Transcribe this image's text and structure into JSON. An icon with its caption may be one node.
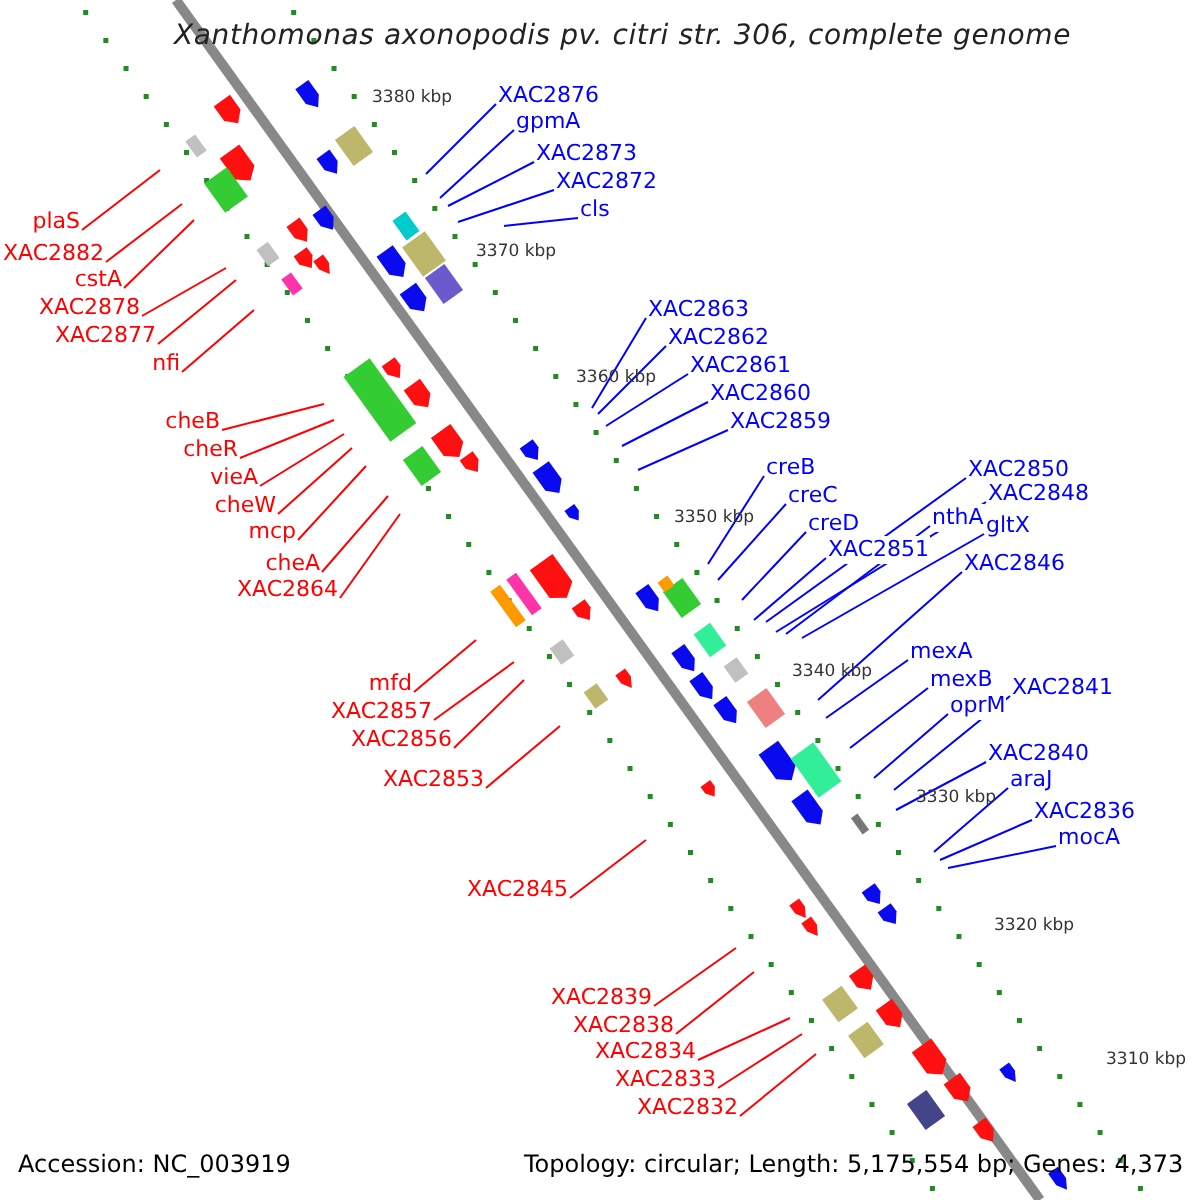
{
  "diagram": {
    "title": "Xanthomonas axonopodis pv. citri str. 306, complete genome",
    "nodes": [
      {
        "text": [
          "XAC2876"
        ]
      },
      {
        "text": [
          "gpmA"
        ]
      },
      {
        "text": [
          "XAC2873"
        ]
      },
      {
        "text": [
          "XAC2872"
        ]
      },
      {
        "text": [
          "cls"
        ]
      },
      {
        "text": [
          "plaS"
        ]
      },
      {
        "text": [
          "XAC2882"
        ]
      },
      {
        "text": [
          "cstA"
        ]
      },
      {
        "text": [
          "XAC2878"
        ]
      },
      {
        "text": [
          "XAC2877"
        ]
      },
      {
        "text": [
          "nfi"
        ]
      },
      {
        "text": [
          "XAC2863"
        ]
      },
      {
        "text": [
          "XAC2862"
        ]
      },
      {
        "text": [
          "XAC2861"
        ]
      },
      {
        "text": [
          "XAC2860"
        ]
      },
      {
        "text": [
          "XAC2859"
        ]
      },
      {
        "text": [
          "cheB"
        ]
      },
      {
        "text": [
          "cheR"
        ]
      },
      {
        "text": [
          "vieA"
        ]
      },
      {
        "text": [
          "cheW"
        ]
      },
      {
        "text": [
          "mcp"
        ]
      },
      {
        "text": [
          "cheA"
        ]
      },
      {
        "text": [
          "XAC2864"
        ]
      },
      {
        "text": [
          "creB"
        ]
      },
      {
        "text": [
          "XAC2850"
        ]
      },
      {
        "text": [
          "XAC2848"
        ]
      },
      {
        "text": [
          "creC"
        ]
      },
      {
        "text": [
          "nthA"
        ]
      },
      {
        "text": [
          "gltX"
        ]
      },
      {
        "text": [
          "creD"
        ]
      },
      {
        "text": [
          "XAC2851"
        ]
      },
      {
        "text": [
          "XAC2846"
        ]
      },
      {
        "text": [
          "mexA"
        ]
      },
      {
        "text": [
          "mfd"
        ]
      },
      {
        "text": [
          "mexB"
        ]
      },
      {
        "text": [
          "XAC2841"
        ]
      },
      {
        "text": [
          "oprM"
        ]
      },
      {
        "text": [
          "XAC2857"
        ]
      },
      {
        "text": [
          "XAC2856"
        ]
      },
      {
        "text": [
          "XAC2840"
        ]
      },
      {
        "text": [
          "XAC2853"
        ]
      },
      {
        "text": [
          "araJ"
        ]
      },
      {
        "text": [
          "XAC2836"
        ]
      },
      {
        "text": [
          "mocA"
        ]
      },
      {
        "text": [
          "XAC2845"
        ]
      },
      {
        "text": [
          "XAC2839"
        ]
      },
      {
        "text": [
          "XAC2838"
        ]
      },
      {
        "text": [
          "XAC2834"
        ]
      },
      {
        "text": [
          "XAC2833"
        ]
      },
      {
        "text": [
          "XAC2832"
        ]
      }
    ],
    "edges": [
      {
        "from": 0,
        "to": null,
        "arrow": "none"
      },
      {
        "from": 1,
        "to": null,
        "arrow": "none"
      },
      {
        "from": 2,
        "to": null,
        "arrow": "none"
      },
      {
        "from": 3,
        "to": null,
        "arrow": "none"
      },
      {
        "from": 4,
        "to": null,
        "arrow": "none"
      },
      {
        "from": 5,
        "to": null,
        "arrow": "none",
        "color": "#ff0000"
      },
      {
        "from": 6,
        "to": null,
        "arrow": "none",
        "color": "#ff0000"
      },
      {
        "from": 7,
        "to": null,
        "arrow": "none",
        "color": "#ff0000"
      },
      {
        "from": 8,
        "to": null,
        "arrow": "none",
        "color": "#ff0000"
      },
      {
        "from": 9,
        "to": null,
        "arrow": "none",
        "color": "#ff0000"
      },
      {
        "from": 10,
        "to": null,
        "arrow": "none",
        "color": "#ff0000"
      },
      {
        "from": 11,
        "to": null,
        "arrow": "none"
      },
      {
        "from": 12,
        "to": null,
        "arrow": "none"
      },
      {
        "from": 13,
        "to": null,
        "arrow": "none"
      },
      {
        "from": 14,
        "to": null,
        "arrow": "none"
      },
      {
        "from": 15,
        "to": null,
        "arrow": "none"
      },
      {
        "from": 16,
        "to": null,
        "arrow": "none",
        "color": "#ff0000"
      },
      {
        "from": 17,
        "to": null,
        "arrow": "none",
        "color": "#ff0000"
      },
      {
        "from": 18,
        "to": null,
        "arrow": "none",
        "color": "#ff0000"
      },
      {
        "from": 19,
        "to": null,
        "arrow": "none",
        "color": "#ff0000"
      },
      {
        "from": 20,
        "to": null,
        "arrow": "none",
        "color": "#ff0000"
      },
      {
        "from": 21,
        "to": null,
        "arrow": "none",
        "color": "#ff0000"
      },
      {
        "from": 22,
        "to": null,
        "arrow": "none",
        "color": "#ff0000"
      },
      {
        "from": 23,
        "to": null,
        "arrow": "none"
      },
      {
        "from": 24,
        "to": null,
        "arrow": "none"
      },
      {
        "from": 25,
        "to": null,
        "arrow": "none"
      },
      {
        "from": 26,
        "to": null,
        "arrow": "none"
      },
      {
        "from": 27,
        "to": null,
        "arrow": "none"
      },
      {
        "from": 28,
        "to": null,
        "arrow": "none"
      },
      {
        "from": 29,
        "to": null,
        "arrow": "none"
      },
      {
        "from": 30,
        "to": null,
        "arrow": "none"
      },
      {
        "from": 31,
        "to": null,
        "arrow": "none"
      },
      {
        "from": 32,
        "to": null,
        "arrow": "none"
      },
      {
        "from": 33,
        "to": null,
        "arrow": "none",
        "color": "#ff0000"
      },
      {
        "from": 34,
        "to": null,
        "arrow": "none"
      },
      {
        "from": 35,
        "to": null,
        "arrow": "none"
      },
      {
        "from": 36,
        "to": null,
        "arrow": "none"
      },
      {
        "from": 37,
        "to": null,
        "arrow": "none",
        "color": "#ff0000"
      },
      {
        "from": 38,
        "to": null,
        "arrow": "none",
        "color": "#ff0000"
      },
      {
        "from": 39,
        "to": null,
        "arrow": "none"
      },
      {
        "from": 40,
        "to": null,
        "arrow": "none",
        "color": "#ff0000"
      },
      {
        "from": 41,
        "to": null,
        "arrow": "none"
      },
      {
        "from": 42,
        "to": null,
        "arrow": "none"
      },
      {
        "from": 43,
        "to": null,
        "arrow": "none"
      },
      {
        "from": 44,
        "to": null,
        "arrow": "none",
        "color": "#ff0000"
      },
      {
        "from": 45,
        "to": null,
        "arrow": "none",
        "color": "#ff0000"
      },
      {
        "from": 46,
        "to": null,
        "arrow": "none",
        "color": "#ff0000"
      },
      {
        "from": 47,
        "to": null,
        "arrow": "none",
        "color": "#ff0000"
      },
      {
        "from": 48,
        "to": null,
        "arrow": "none",
        "color": "#ff0000"
      },
      {
        "from": 49,
        "to": null,
        "arrow": "none",
        "color": "#ff0000"
      }
    ],
    "labels": [
      "3380 kbp",
      "3370 kbp",
      "3360 kbp",
      "3350 kbp",
      "3340 kbp",
      "3330 kbp",
      "3320 kbp",
      "3310 kbp",
      "Accession: NC_003919",
      "Topology: circular; Length: 5,175,554 bp; Genes: 4,373"
    ]
  }
}
